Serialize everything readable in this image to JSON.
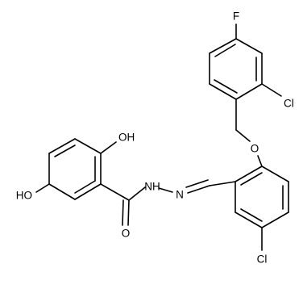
{
  "molecule": {
    "atoms": {
      "fluorine": "F",
      "chlorine_benzyl": "Cl",
      "ether_oxygen": "O",
      "hydroxyl_meta": "HO",
      "hydroxyl_ortho": "OH",
      "amide_nh": "NH",
      "imine_n": "N",
      "carbonyl_oxygen": "O",
      "chlorine_aryl": "Cl"
    }
  }
}
